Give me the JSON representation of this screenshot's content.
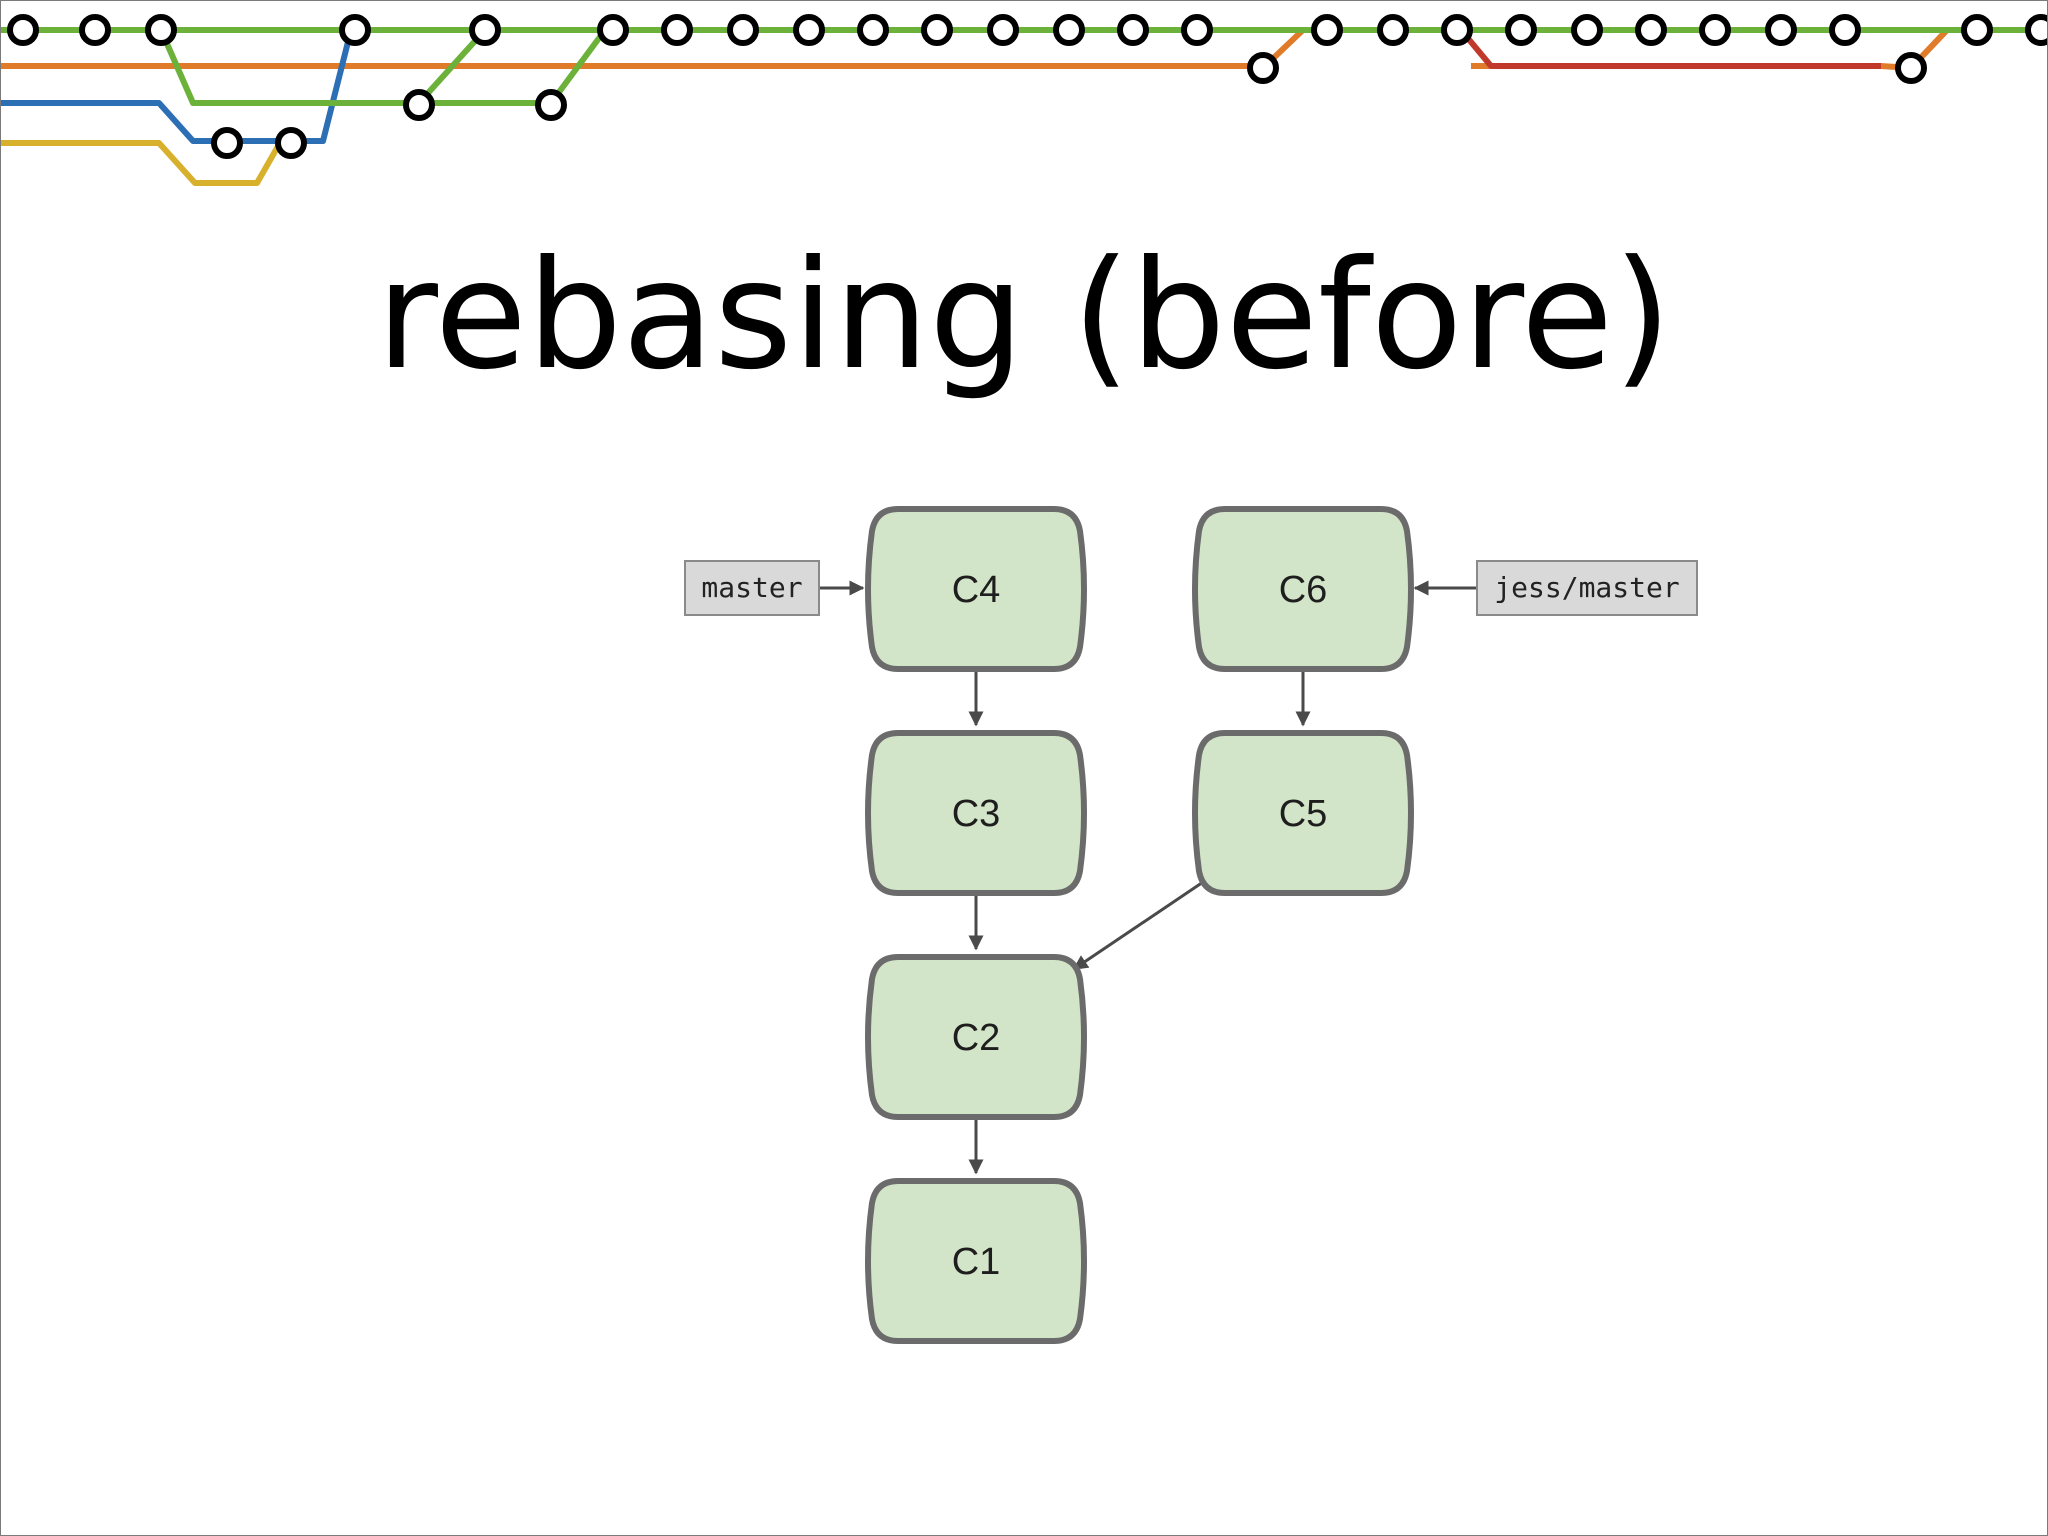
{
  "slide": {
    "title": "rebasing (before)"
  },
  "colors": {
    "green": "#6cb23a",
    "orange": "#e07b2a",
    "blue": "#2d6fb5",
    "yellow": "#d8b12c",
    "red": "#c0392b",
    "commit_fill": "#d3e5c8",
    "commit_stroke": "#6b6b6b",
    "ref_fill": "#d9d9d9"
  },
  "diagram": {
    "commits": [
      {
        "id": "C4",
        "label": "C4"
      },
      {
        "id": "C3",
        "label": "C3"
      },
      {
        "id": "C2",
        "label": "C2"
      },
      {
        "id": "C1",
        "label": "C1"
      },
      {
        "id": "C6",
        "label": "C6"
      },
      {
        "id": "C5",
        "label": "C5"
      }
    ],
    "refs": [
      {
        "id": "master",
        "label": "master",
        "points_to": "C4"
      },
      {
        "id": "jess-master",
        "label": "jess/master",
        "points_to": "C6"
      }
    ],
    "edges": [
      {
        "from": "C4",
        "to": "C3"
      },
      {
        "from": "C3",
        "to": "C2"
      },
      {
        "from": "C2",
        "to": "C1"
      },
      {
        "from": "C6",
        "to": "C5"
      },
      {
        "from": "C5",
        "to": "C2"
      }
    ]
  }
}
